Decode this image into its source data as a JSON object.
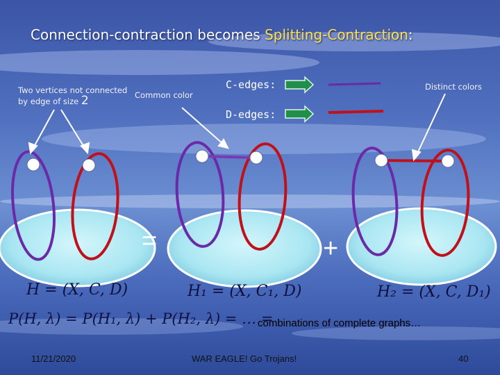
{
  "slide": {
    "title_prefix": "Connection-contraction becomes ",
    "title_highlight": "Splitting-Contraction",
    "title_suffix": ":",
    "note_vertices_line1": "Two vertices not connected",
    "note_vertices_line2": "by edge of size ",
    "note_vertices_size": "2",
    "note_common_color": "Common color",
    "note_distinct_colors": "Distinct colors",
    "c_edges_label": "C-edges:",
    "d_edges_label": "D-edges:",
    "equals_sign": "=",
    "plus_sign": "+",
    "eq_H": "H = (X, C, D)",
    "eq_H1": "H₁ = (X, C₁, D)",
    "eq_H2": "H₂ = (X, C, D₁)",
    "eq_P": "P(H, λ) = P(H₁, λ) + P(H₂, λ) = … =",
    "combinations_text": "combinations of complete graphs…",
    "footer_date": "11/21/2020",
    "footer_center": "WAR EAGLE!  Go Trojans!",
    "footer_page": "40"
  },
  "colors": {
    "c_edge": "#6a2aa8",
    "d_edge": "#c0101a",
    "arrow_green": "#1f8f4a",
    "base_fill": "#a9e6f2",
    "title_highlight": "#ffe04a"
  }
}
